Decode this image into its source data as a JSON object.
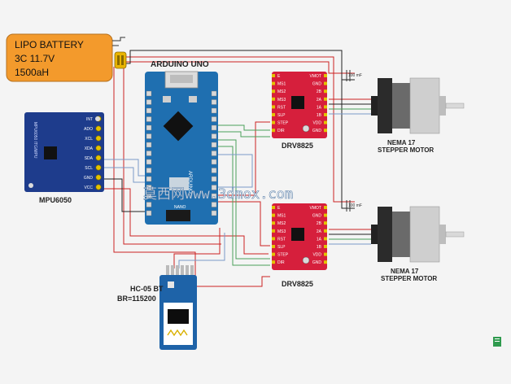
{
  "battery": {
    "line1": "LIPO BATTERY",
    "line2": "3C 11.7V",
    "line3": "1500aH",
    "color": "#f39a2c"
  },
  "arduino": {
    "title": "ARDUINO UNO",
    "color": "#1f6fb0",
    "board_text": "ARDUINO",
    "board_sub": "NANO"
  },
  "mpu": {
    "name": "MPU6050",
    "board_text": "MPU6050 ITG/MPU",
    "pins": [
      "INT",
      "ADO",
      "XCL",
      "XDA",
      "SDA",
      "SCL",
      "GND",
      "VCC"
    ],
    "color": "#1e3c8c"
  },
  "driver_top": {
    "name": "DRV8825",
    "left_pins": [
      "E",
      "MS1",
      "MS2",
      "MS3",
      "RST",
      "SLP",
      "STEP",
      "DIR"
    ],
    "right_pins": [
      "VMOT",
      "GND",
      "2B",
      "2A",
      "1A",
      "1B",
      "VDD",
      "GND"
    ],
    "color": "#d61f3c"
  },
  "driver_bottom": {
    "name": "DRV8825",
    "left_pins": [
      "E",
      "MS1",
      "MS2",
      "MS3",
      "RST",
      "SLP",
      "STEP",
      "DIR"
    ],
    "right_pins": [
      "VMOT",
      "GND",
      "2B",
      "2A",
      "1A",
      "1B",
      "VDD",
      "GND"
    ],
    "color": "#d61f3c"
  },
  "cap_top": "100 mF",
  "cap_bottom": "100 mF",
  "motor_top": {
    "line1": "NEMA 17",
    "line2": "STEPPER MOTOR"
  },
  "motor_bottom": {
    "line1": "NEMA 17",
    "line2": "STEPPER MOTOR"
  },
  "bt": {
    "line1": "HC-05 BT",
    "line2": "BR=115200",
    "color": "#1e63a8"
  },
  "watermark": "莫西网www.3dmox.com",
  "wire_colors": {
    "power": "#cc2222",
    "ground": "#222222",
    "signal": "#4aa05a",
    "aux": "#7a9ac8"
  }
}
